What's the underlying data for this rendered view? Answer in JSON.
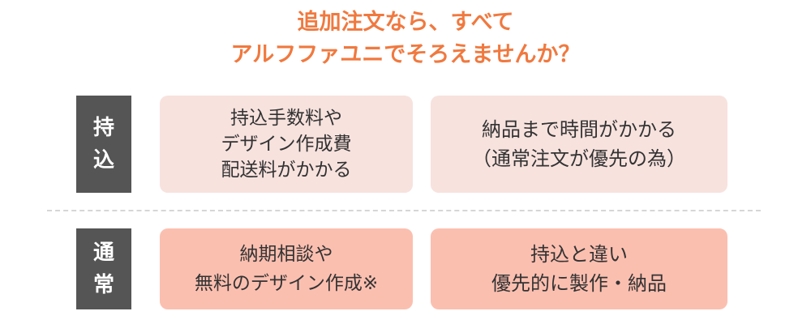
{
  "heading": {
    "line1": "追加注文なら、すべて",
    "line2": "アルフファユニでそろえませんか？"
  },
  "rows": [
    {
      "label": [
        "持",
        "込"
      ],
      "cells": [
        [
          "持込手数料や",
          "デザイン作成費",
          "配送料がかかる"
        ],
        [
          "納品まで時間がかかる",
          "（通常注文が優先の為）"
        ]
      ]
    },
    {
      "label": [
        "通",
        "常"
      ],
      "cells": [
        [
          "納期相談や",
          "無料のデザイン作成※"
        ],
        [
          "持込と違い",
          "優先的に製作・納品"
        ]
      ]
    }
  ]
}
